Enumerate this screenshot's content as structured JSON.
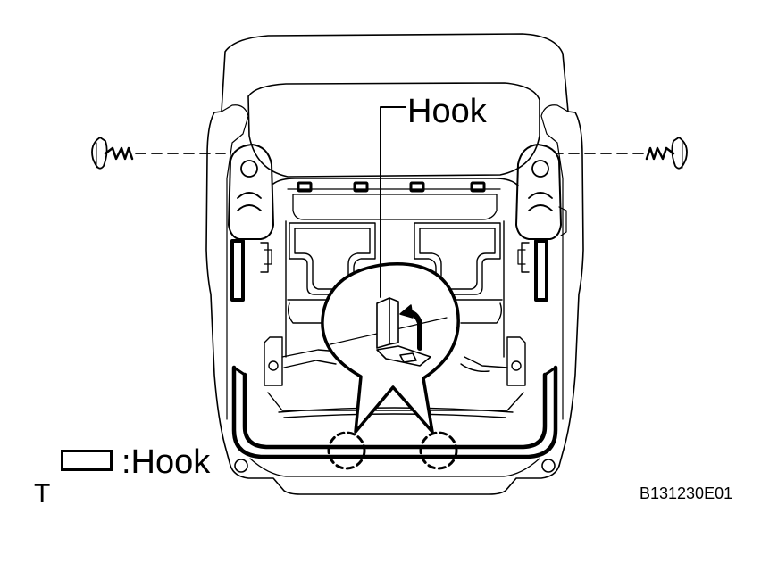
{
  "labels": {
    "callout_hook": "Hook",
    "legend_text": ":Hook",
    "corner_mark": "T",
    "figure_code": "B131230E01"
  },
  "colors": {
    "line": "#000000",
    "background": "#ffffff"
  }
}
